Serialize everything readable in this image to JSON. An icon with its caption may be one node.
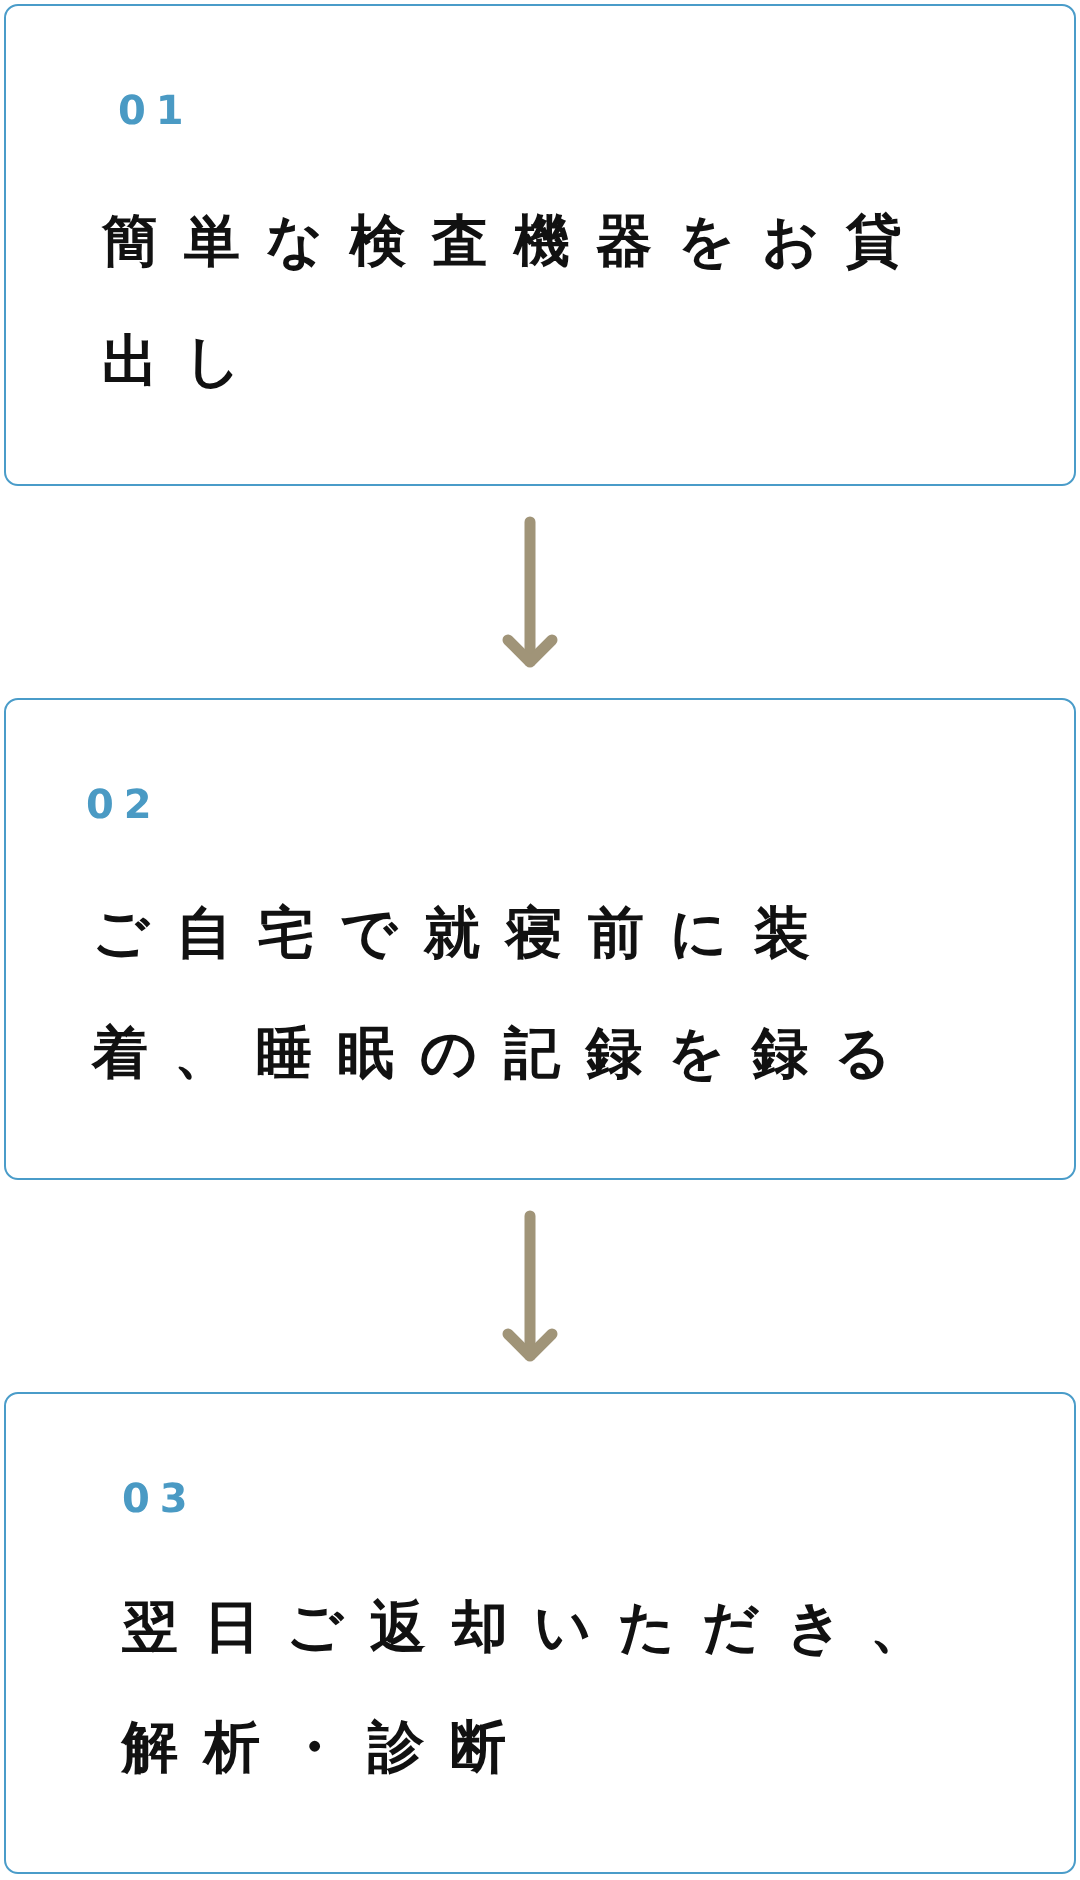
{
  "diagram": {
    "nodes": [
      {
        "text": [
          "01",
          "簡単な検査機器をお貸出し"
        ]
      },
      {
        "text": [
          "02",
          "ご自宅で就寝前に装着、睡眠の記録を録る"
        ]
      },
      {
        "text": [
          "03",
          "翌日ご返却いただき、解析・診断"
        ]
      }
    ],
    "edges": [
      {
        "from": 0,
        "to": 1,
        "arrow": "to"
      },
      {
        "from": 1,
        "to": 2,
        "arrow": "to"
      }
    ]
  }
}
